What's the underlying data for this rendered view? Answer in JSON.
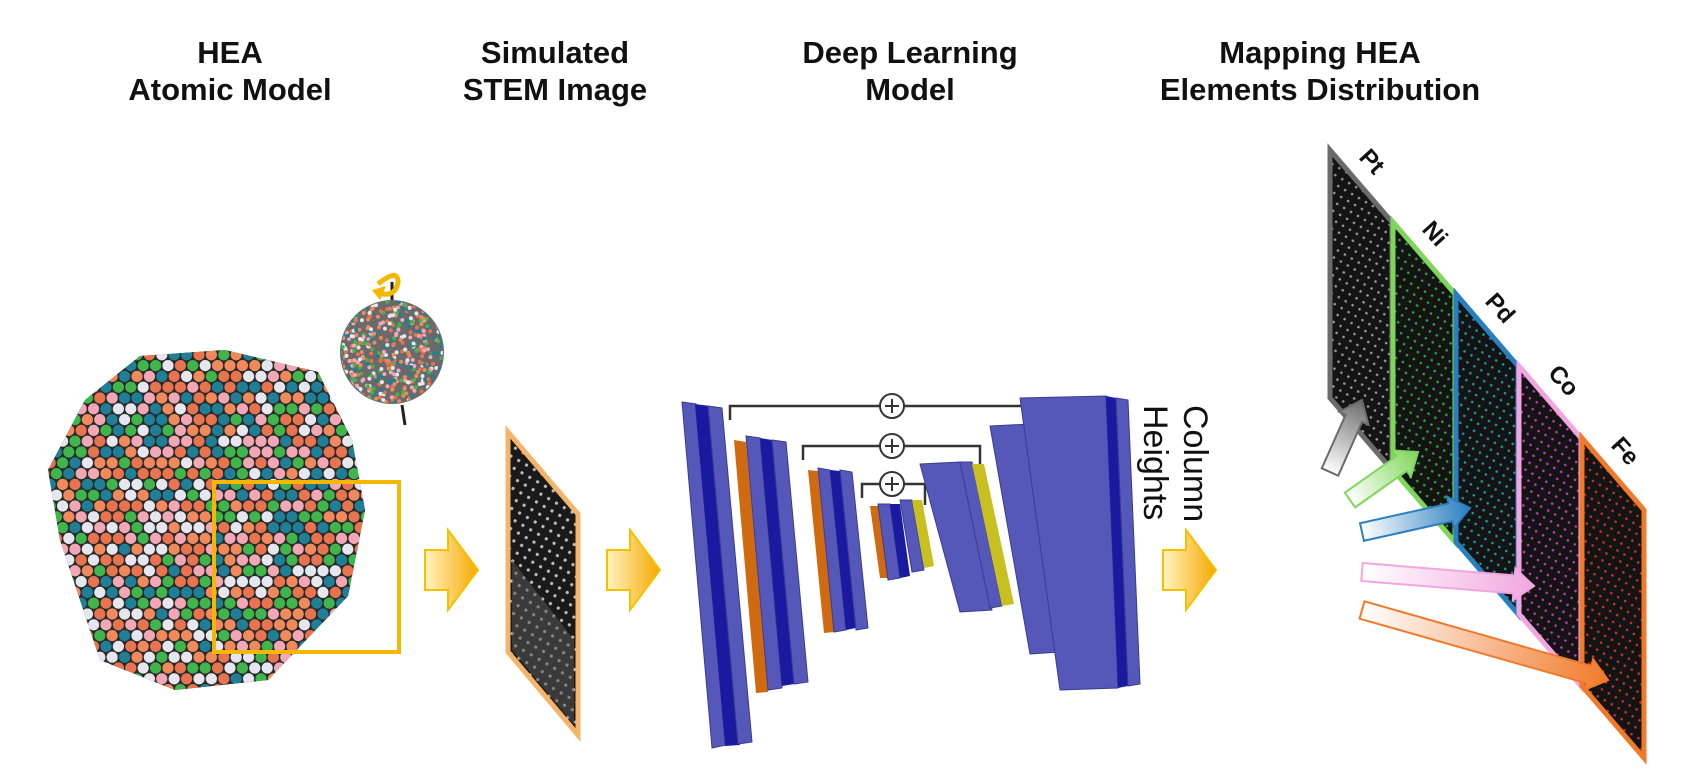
{
  "titles": {
    "hea_model": [
      "HEA",
      "Atomic Model"
    ],
    "stem_image": [
      "Simulated",
      "STEM Image"
    ],
    "dl_model": [
      "Deep Learning",
      "Model"
    ],
    "mapping": [
      "Mapping HEA",
      "Elements Distribution"
    ]
  },
  "column_heights": [
    "Column",
    "Heights"
  ],
  "elements": [
    {
      "label": "Pt",
      "color": "#6b6b6b",
      "dot": "#9a9a9a"
    },
    {
      "label": "Ni",
      "color": "#7fd65a",
      "dot": "#2fa83a"
    },
    {
      "label": "Pd",
      "color": "#2a7fc0",
      "dot": "#1d9aa8"
    },
    {
      "label": "Co",
      "color": "#f2a6e0",
      "dot": "#c43ab8"
    },
    {
      "label": "Fe",
      "color": "#f07a2a",
      "dot": "#c8362a"
    }
  ],
  "colors": {
    "accent": "#f5b700",
    "network_blue": "#5558b8",
    "network_dark_blue": "#1a1aa0",
    "network_orange": "#d06a10",
    "network_yellow": "#c8c020"
  },
  "atom_colors": [
    "#e8734f",
    "#3fb54c",
    "#1e7f96",
    "#f2a7b4",
    "#e6e6ee",
    "#f08a5d"
  ]
}
